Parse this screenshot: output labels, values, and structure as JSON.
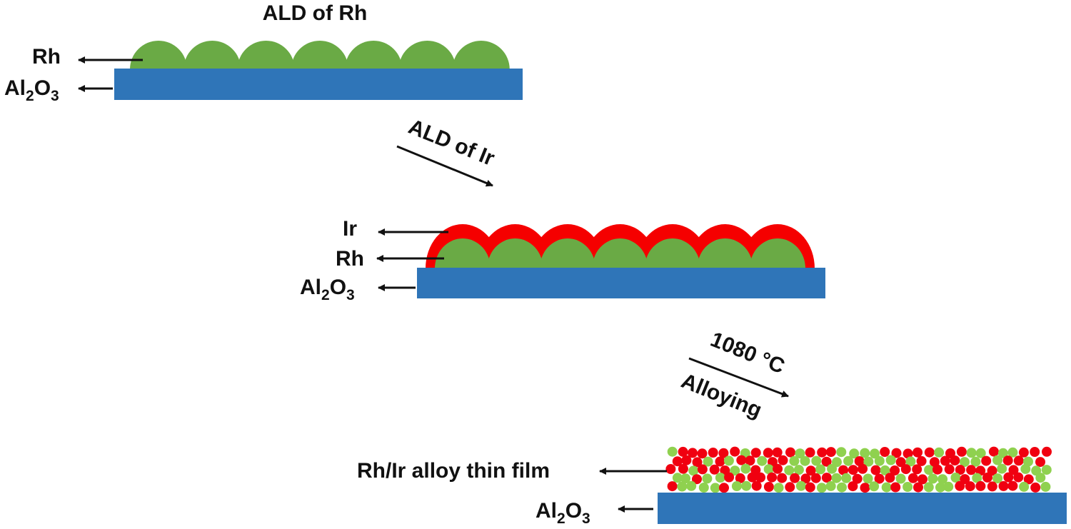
{
  "stage1": {
    "title": "ALD of Rh",
    "label_rh": "Rh",
    "label_substrate": "Al",
    "label_substrate_sub1": "2",
    "label_substrate_mid": "O",
    "label_substrate_sub2": "3"
  },
  "step1": {
    "label": "ALD of Ir"
  },
  "stage2": {
    "label_ir": "Ir",
    "label_rh": "Rh",
    "label_substrate": "Al",
    "label_substrate_sub1": "2",
    "label_substrate_mid": "O",
    "label_substrate_sub2": "3"
  },
  "step2": {
    "label_top": "1080 °C",
    "label_bottom": "Alloying"
  },
  "stage3": {
    "label_film": "Rh/Ir alloy thin film",
    "label_substrate": "Al",
    "label_substrate_sub1": "2",
    "label_substrate_mid": "O",
    "label_substrate_sub2": "3"
  },
  "colors": {
    "substrate": "#2f75b8",
    "rh": "#6aaa45",
    "ir": "#f50000",
    "alloy_red": "#f00010",
    "alloy_green": "#8fd14f",
    "arrow": "#111111"
  }
}
